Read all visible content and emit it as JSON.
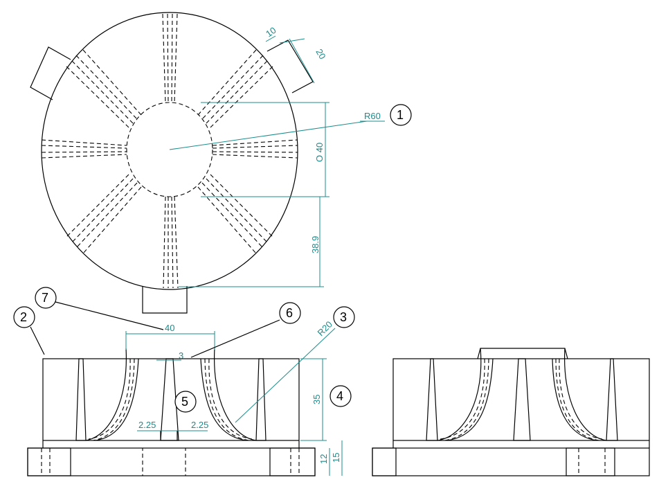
{
  "callouts": [
    "1",
    "2",
    "3",
    "4",
    "5",
    "6",
    "7"
  ],
  "dimensions": {
    "tab_width": "10",
    "tab_length": "20",
    "outer_radius": "R60",
    "hub_diameter": "O 40",
    "lower_length": "38.9",
    "top_span": "40",
    "slot_width": "3",
    "fillet_radius": "R20",
    "body_height": "35",
    "offset_left": "2.25",
    "offset_right": "2.25",
    "base_height_inner": "12",
    "base_height_outer": "15"
  },
  "colors": {
    "outline": "#000000",
    "dimension": "#1a8c8c"
  }
}
